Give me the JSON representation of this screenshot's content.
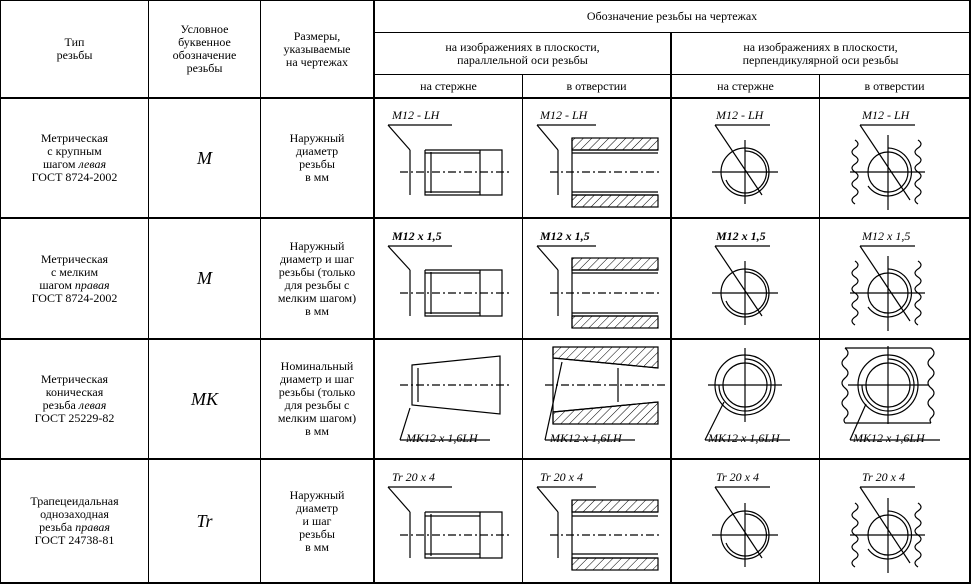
{
  "headers": {
    "type": "Тип\nрезьбы",
    "code": "Условное\nбуквенное\nобозначение\nрезьбы",
    "sizes": "Размеры,\nуказываемые\nна чертежах",
    "designation": "Обозначение резьбы на чертежах",
    "parallel": "на изображениях в плоскости,\nпараллельной оси резьбы",
    "perpendicular": "на изображениях в плоскости,\nперпендикулярной оси резьбы",
    "rod1": "на стержне",
    "hole1": "в отверстии",
    "rod2": "на стержне",
    "hole2": "в отверстии"
  },
  "rows": [
    {
      "type_lines": [
        "Метрическая",
        "с крупным",
        "шагом ",
        "левая",
        "ГОСТ 8724-2002"
      ],
      "type_pre": "Метрическая\nс крупным\nшагом ",
      "type_italic": "левая",
      "type_post": "\nГОСТ 8724-2002",
      "code": "M",
      "sizes": "Наружный\nдиаметр\nрезьбы\nв  мм",
      "labels": [
        "M12 - LH",
        "M12 - LH",
        "M12 - LH",
        "M12 - LH"
      ]
    },
    {
      "type_pre": "Метрическая\nс мелким\nшагом ",
      "type_italic": "правая",
      "type_post": "\nГОСТ 8724-2002",
      "code": "M",
      "sizes": "Наружный\nдиаметр и шаг\nрезьбы (только\nдля резьбы с\nмелким шагом)\nв  мм",
      "labels": [
        "M12 x 1,5",
        "M12 x 1,5",
        "M12 x 1,5",
        "M12 x 1,5"
      ]
    },
    {
      "type_pre": "Метрическая\nконическая\nрезьба ",
      "type_italic": "левая",
      "type_post": "\nГОСТ 25229-82",
      "code": "MK",
      "sizes": "Номинальный\nдиаметр и шаг\nрезьбы  (только\nдля резьбы с\nмелким шагом)\nв  мм",
      "labels": [
        "MK12 x 1,6LH",
        "MK12 x 1,6LH",
        "MK12 x 1,6LH",
        "MK12 x 1,6LH"
      ]
    },
    {
      "type_pre": "Трапецеидальная\nоднозаходная\nрезьба ",
      "type_italic": "правая",
      "type_post": "\nГОСТ 24738-81",
      "code": "Tr",
      "sizes": "Наружный\nдиаметр\nи  шаг\nрезьбы\nв  мм",
      "labels": [
        "Tr  20 x 4",
        "Tr  20 x 4",
        "Tr  20 x 4",
        "Tr  20 x 4"
      ]
    }
  ]
}
